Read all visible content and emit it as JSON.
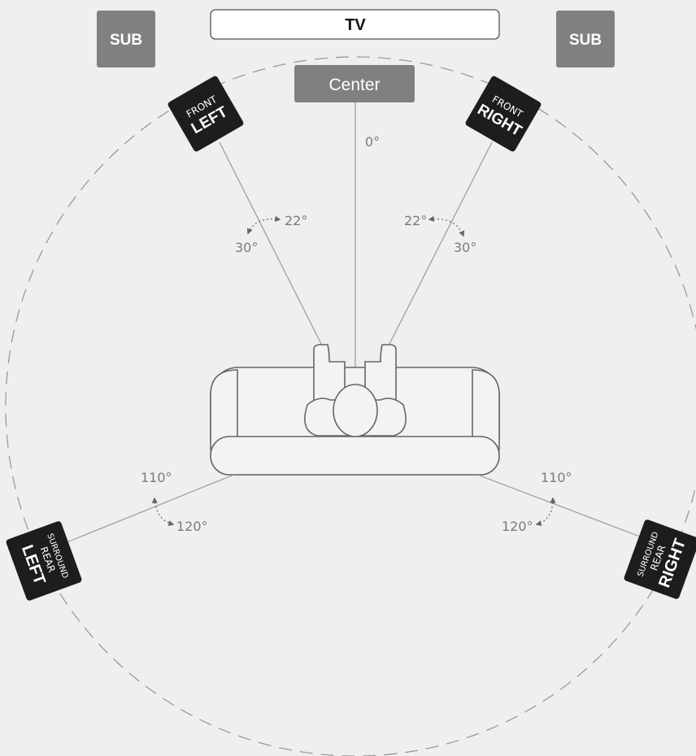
{
  "tv": {
    "label": "TV"
  },
  "subwoofers": {
    "left_label": "SUB",
    "right_label": "SUB"
  },
  "center": {
    "label": "Center",
    "angle": "0°"
  },
  "front_left": {
    "line1": "FRONT",
    "line2": "LEFT"
  },
  "front_right": {
    "line1": "FRONT",
    "line2": "RIGHT"
  },
  "surround_left": {
    "line1": "SURROUND",
    "line2": "REAR",
    "line3": "LEFT"
  },
  "surround_right": {
    "line1": "SURROUND",
    "line2": "REAR",
    "line3": "RIGHT"
  },
  "angles": {
    "front_left_min": "22°",
    "front_left_max": "30°",
    "front_right_min": "22°",
    "front_right_max": "30°",
    "rear_left_min": "110°",
    "rear_left_max": "120°",
    "rear_right_min": "110°",
    "rear_right_max": "120°"
  },
  "colors": {
    "background": "#efefef",
    "sub_box": "#808080",
    "speaker_box": "#1d1d1d",
    "line": "#8a8a8a",
    "angle_text": "#7a7a7a"
  }
}
